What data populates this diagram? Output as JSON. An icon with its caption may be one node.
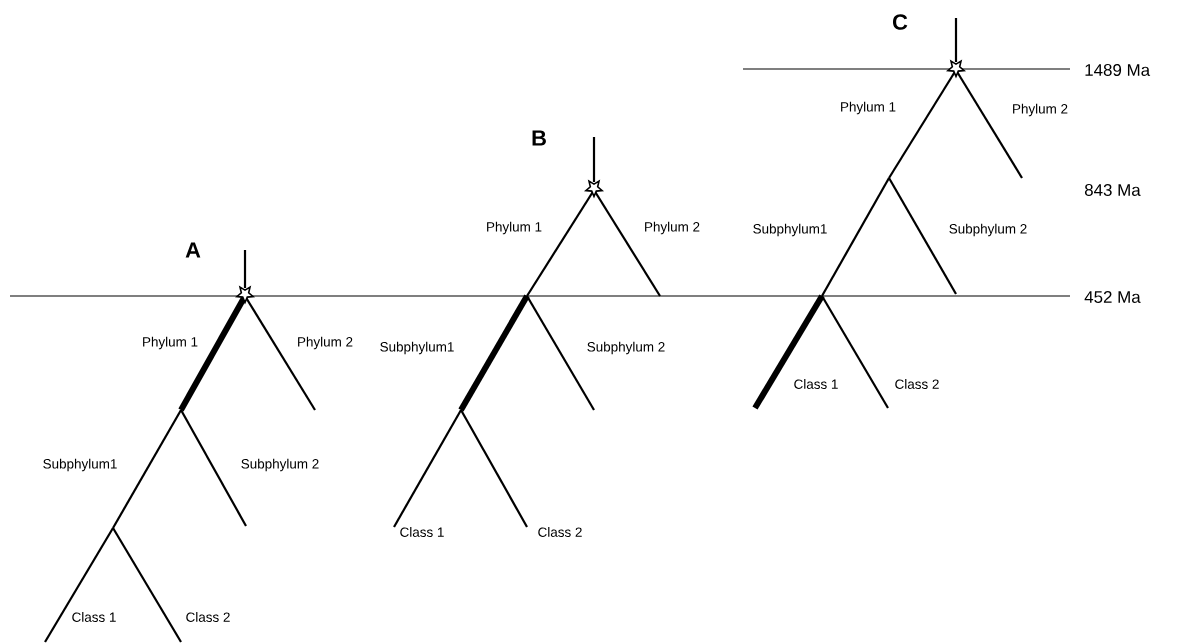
{
  "diagram": {
    "labels": [
      "C",
      "1489 Ma",
      "B",
      "Phylum 1",
      "Phylum 2",
      "843 Ma",
      "Phylum 1",
      "Phylum 2",
      "Subphylum1",
      "Subphylum 2",
      "A",
      "452 Ma",
      "Phylum 1",
      "Phylum 2",
      "Subphylum1",
      "Subphylum 2",
      "Class 1",
      "Class 2",
      "Subphylum1",
      "Subphylum 2",
      "Class 1",
      "Class 2",
      "Class 1",
      "Class 2"
    ]
  }
}
